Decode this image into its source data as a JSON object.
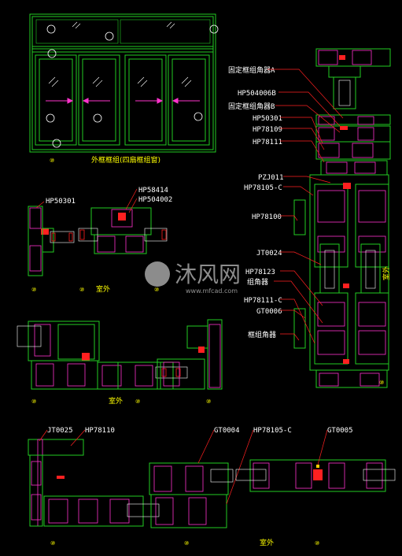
{
  "drawing": {
    "elevation_caption": "外框框组(四扇框组窗)",
    "bubble_symbol": "⑩",
    "outdoor_label": "室外",
    "watermark": {
      "brand_cn": "沐风网",
      "url": "www.mfcad.com"
    },
    "right_section_labels": [
      "固定框组角器A",
      "HP504006B",
      "固定框组角器B",
      "HP50301",
      "HP78109",
      "HP78111",
      "PZJ011",
      "HP78105-C",
      "HP78100",
      "JT0024",
      "HP78123",
      "组角器",
      "HP78111-C",
      "GT0006",
      "框组角器"
    ],
    "mid_left_labels": [
      "HP50301",
      "HP58414",
      "HP504002"
    ],
    "bottom_labels": [
      "JT0025",
      "HP78110",
      "GT0004",
      "HP78105-C",
      "GT0005"
    ]
  }
}
